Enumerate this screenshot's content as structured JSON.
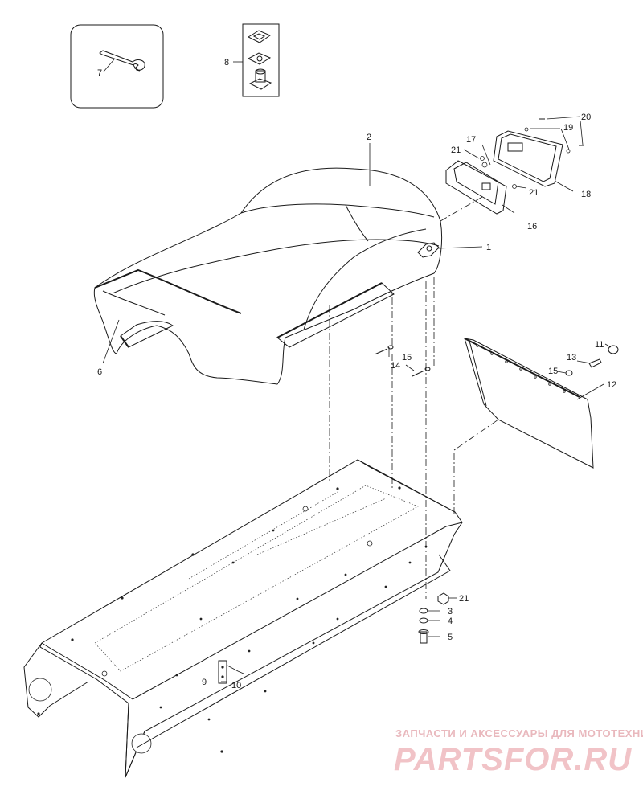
{
  "diagram": {
    "callouts": [
      {
        "id": "c1",
        "text": "1"
      },
      {
        "id": "c2",
        "text": "2"
      },
      {
        "id": "c3",
        "text": "3"
      },
      {
        "id": "c4",
        "text": "4"
      },
      {
        "id": "c5",
        "text": "5"
      },
      {
        "id": "c6",
        "text": "6"
      },
      {
        "id": "c7",
        "text": "7"
      },
      {
        "id": "c8",
        "text": "8"
      },
      {
        "id": "c9",
        "text": "9"
      },
      {
        "id": "c10",
        "text": "10"
      },
      {
        "id": "c11",
        "text": "11"
      },
      {
        "id": "c12",
        "text": "12"
      },
      {
        "id": "c13",
        "text": "13"
      },
      {
        "id": "c14",
        "text": "14"
      },
      {
        "id": "c15a",
        "text": "15"
      },
      {
        "id": "c15b",
        "text": "15"
      },
      {
        "id": "c16",
        "text": "16"
      },
      {
        "id": "c17",
        "text": "17"
      },
      {
        "id": "c18",
        "text": "18"
      },
      {
        "id": "c19",
        "text": "19"
      },
      {
        "id": "c20",
        "text": "20"
      },
      {
        "id": "c21a",
        "text": "21"
      },
      {
        "id": "c21b",
        "text": "21"
      },
      {
        "id": "c21c",
        "text": "21"
      }
    ]
  },
  "watermark": {
    "tagline": "ЗАПЧАСТИ И АКСЕССУАРЫ ДЛЯ МОТОТЕХНИКИ",
    "brand": "PARTSFOR.RU"
  }
}
